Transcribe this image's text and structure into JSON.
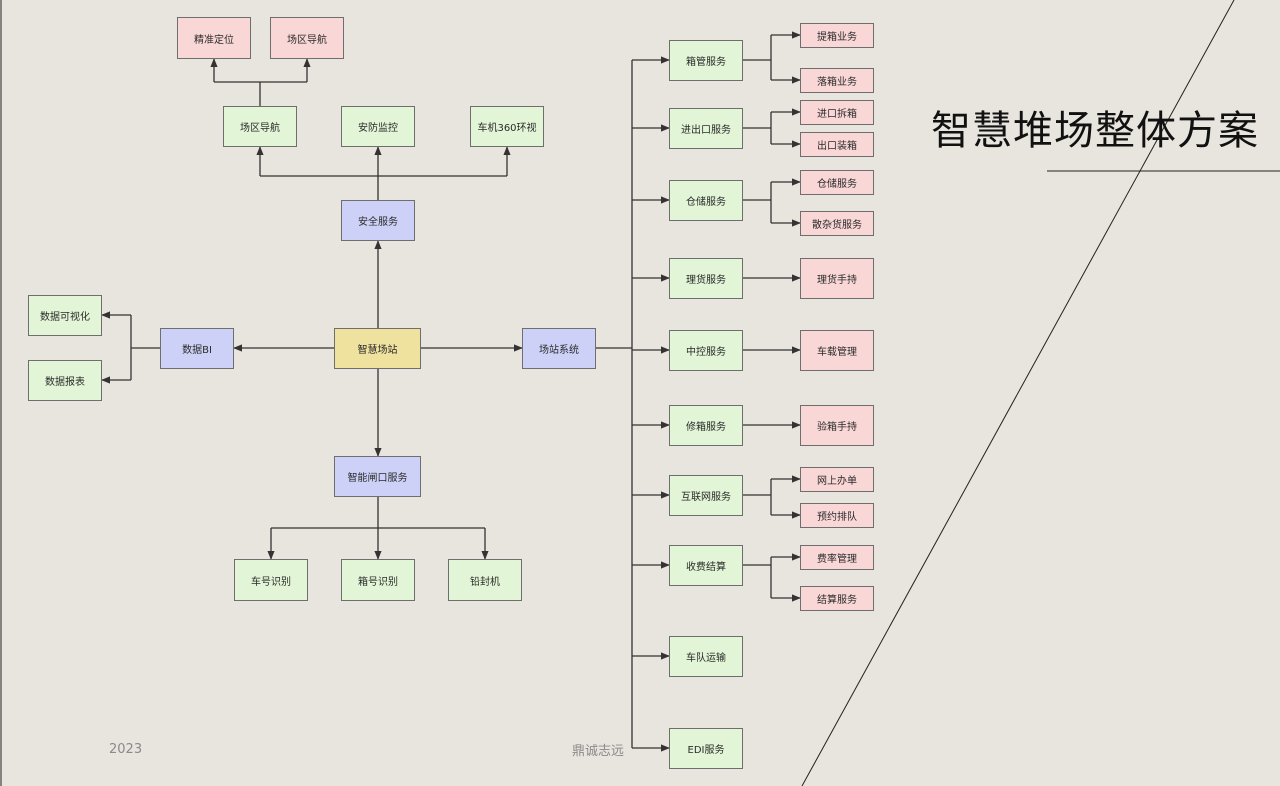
{
  "title": "智慧堆场整体方案",
  "year": "2023",
  "author": "鼎诚志远",
  "root": "智慧场站",
  "bi": {
    "label": "数据BI",
    "children": [
      "数据可视化",
      "数据报表"
    ]
  },
  "security": {
    "label": "安全服务",
    "children": [
      "场区导航",
      "安防监控",
      "车机360环视"
    ],
    "nav_children": [
      "精准定位",
      "场区导航"
    ]
  },
  "gate": {
    "label": "智能闸口服务",
    "children": [
      "车号识别",
      "箱号识别",
      "铅封机"
    ]
  },
  "station": {
    "label": "场站系统",
    "services": [
      {
        "label": "箱管服务",
        "children": [
          "提箱业务",
          "落箱业务"
        ]
      },
      {
        "label": "进出口服务",
        "children": [
          "进口拆箱",
          "出口装箱"
        ]
      },
      {
        "label": "仓储服务",
        "children": [
          "仓储服务",
          "散杂货服务"
        ]
      },
      {
        "label": "理货服务",
        "children": [
          "理货手持"
        ]
      },
      {
        "label": "中控服务",
        "children": [
          "车载管理"
        ]
      },
      {
        "label": "修箱服务",
        "children": [
          "验箱手持"
        ]
      },
      {
        "label": "互联网服务",
        "children": [
          "网上办单",
          "预约排队"
        ]
      },
      {
        "label": "收费结算",
        "children": [
          "费率管理",
          "结算服务"
        ]
      },
      {
        "label": "车队运输",
        "children": []
      },
      {
        "label": "EDI服务",
        "children": []
      }
    ]
  },
  "colors": {
    "green": "#e2f5d6",
    "pink": "#fad7d7",
    "blue": "#cdd1f7",
    "yellow": "#efe29e",
    "background": "#e8e4de"
  }
}
